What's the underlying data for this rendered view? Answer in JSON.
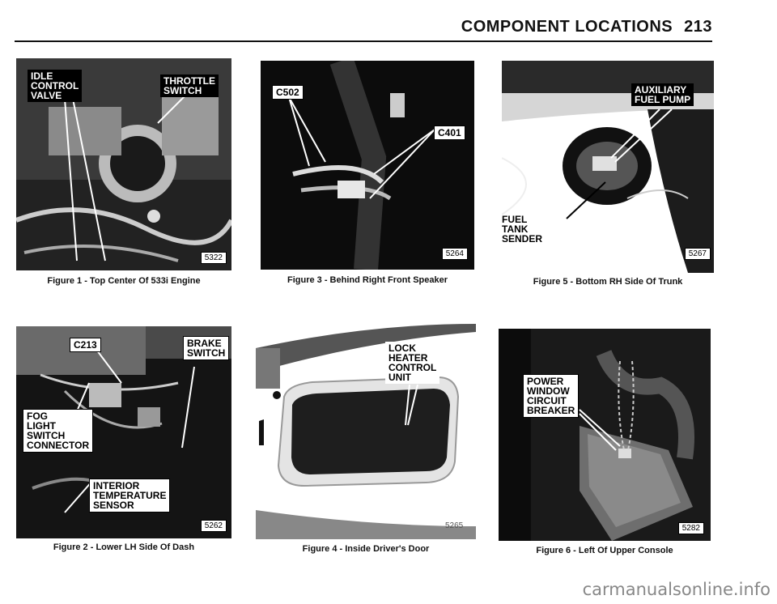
{
  "header": {
    "title": "COMPONENT LOCATIONS",
    "page_number": "213"
  },
  "figures": [
    {
      "caption": "Figure 1 - Top Center Of 533i Engine",
      "number": "5322",
      "labels": {
        "idle": "IDLE\nCONTROL\nVALVE",
        "throttle": "THROTTLE\nSWITCH"
      }
    },
    {
      "caption": "Figure 2 - Lower LH Side Of Dash",
      "number": "5262",
      "labels": {
        "c213": "C213",
        "brake": "BRAKE\nSWITCH",
        "fog": "FOG\nLIGHT\nSWITCH\nCONNECTOR",
        "interior": "INTERIOR\nTEMPERATURE\nSENSOR"
      }
    },
    {
      "caption": "Figure 3 - Behind Right Front Speaker",
      "number": "5264",
      "labels": {
        "c502": "C502",
        "c401": "C401"
      }
    },
    {
      "caption": "Figure 4 - Inside Driver's Door",
      "number": "5265",
      "labels": {
        "lock": "LOCK\nHEATER\nCONTROL\nUNIT"
      }
    },
    {
      "caption": "Figure 5 - Bottom RH Side Of Trunk",
      "number": "5267",
      "labels": {
        "aux": "AUXILIARY\nFUEL PUMP",
        "fuel": "FUEL\nTANK\nSENDER"
      }
    },
    {
      "caption": "Figure 6 - Left Of Upper Console",
      "number": "5282",
      "labels": {
        "power": "POWER\nWINDOW\nCIRCUIT\nBREAKER"
      }
    }
  ],
  "watermark": "carmanualsonline.info"
}
